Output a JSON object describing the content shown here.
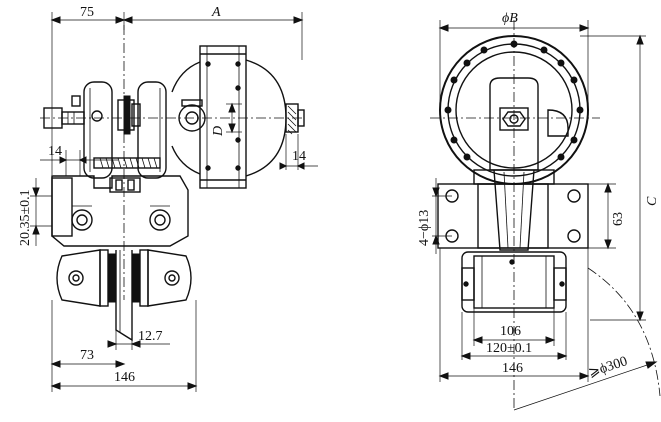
{
  "left_view": {
    "dims": {
      "top_left": "75",
      "top_right": "A",
      "d": "D",
      "tab_left": "14",
      "tab_right": "14",
      "height_tol": "20.35±0.1",
      "bottom_73": "73",
      "bottom_12_7": "12.7",
      "bottom_146": "146"
    }
  },
  "right_view": {
    "dims": {
      "phi_b": "ϕB",
      "c": "C",
      "holes": "4−ϕ13",
      "h63": "63",
      "w106": "106",
      "w120": "120±0.1",
      "w146": "146",
      "disc": "⩾ϕ300"
    }
  }
}
